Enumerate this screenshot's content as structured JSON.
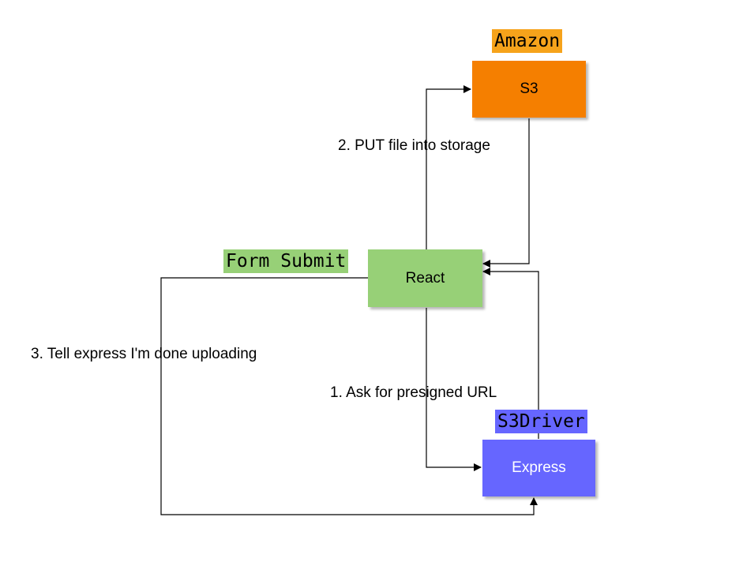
{
  "nodes": {
    "s3": {
      "label": "S3",
      "color": "#f57f00"
    },
    "react": {
      "label": "React",
      "color": "#97d077"
    },
    "express": {
      "label": "Express",
      "color": "#6666ff"
    }
  },
  "tags": {
    "amazon": {
      "text": "Amazon",
      "color": "#f6a31b"
    },
    "form_submit": {
      "text": "Form Submit",
      "color": "#97d077"
    },
    "s3driver": {
      "text": "S3Driver",
      "color": "#6666ff"
    }
  },
  "edges": {
    "put_file": {
      "label": "2. PUT file into storage"
    },
    "tell_express": {
      "label": "3. Tell express I'm done uploading"
    },
    "ask_url": {
      "label": "1. Ask for presigned URL"
    }
  }
}
